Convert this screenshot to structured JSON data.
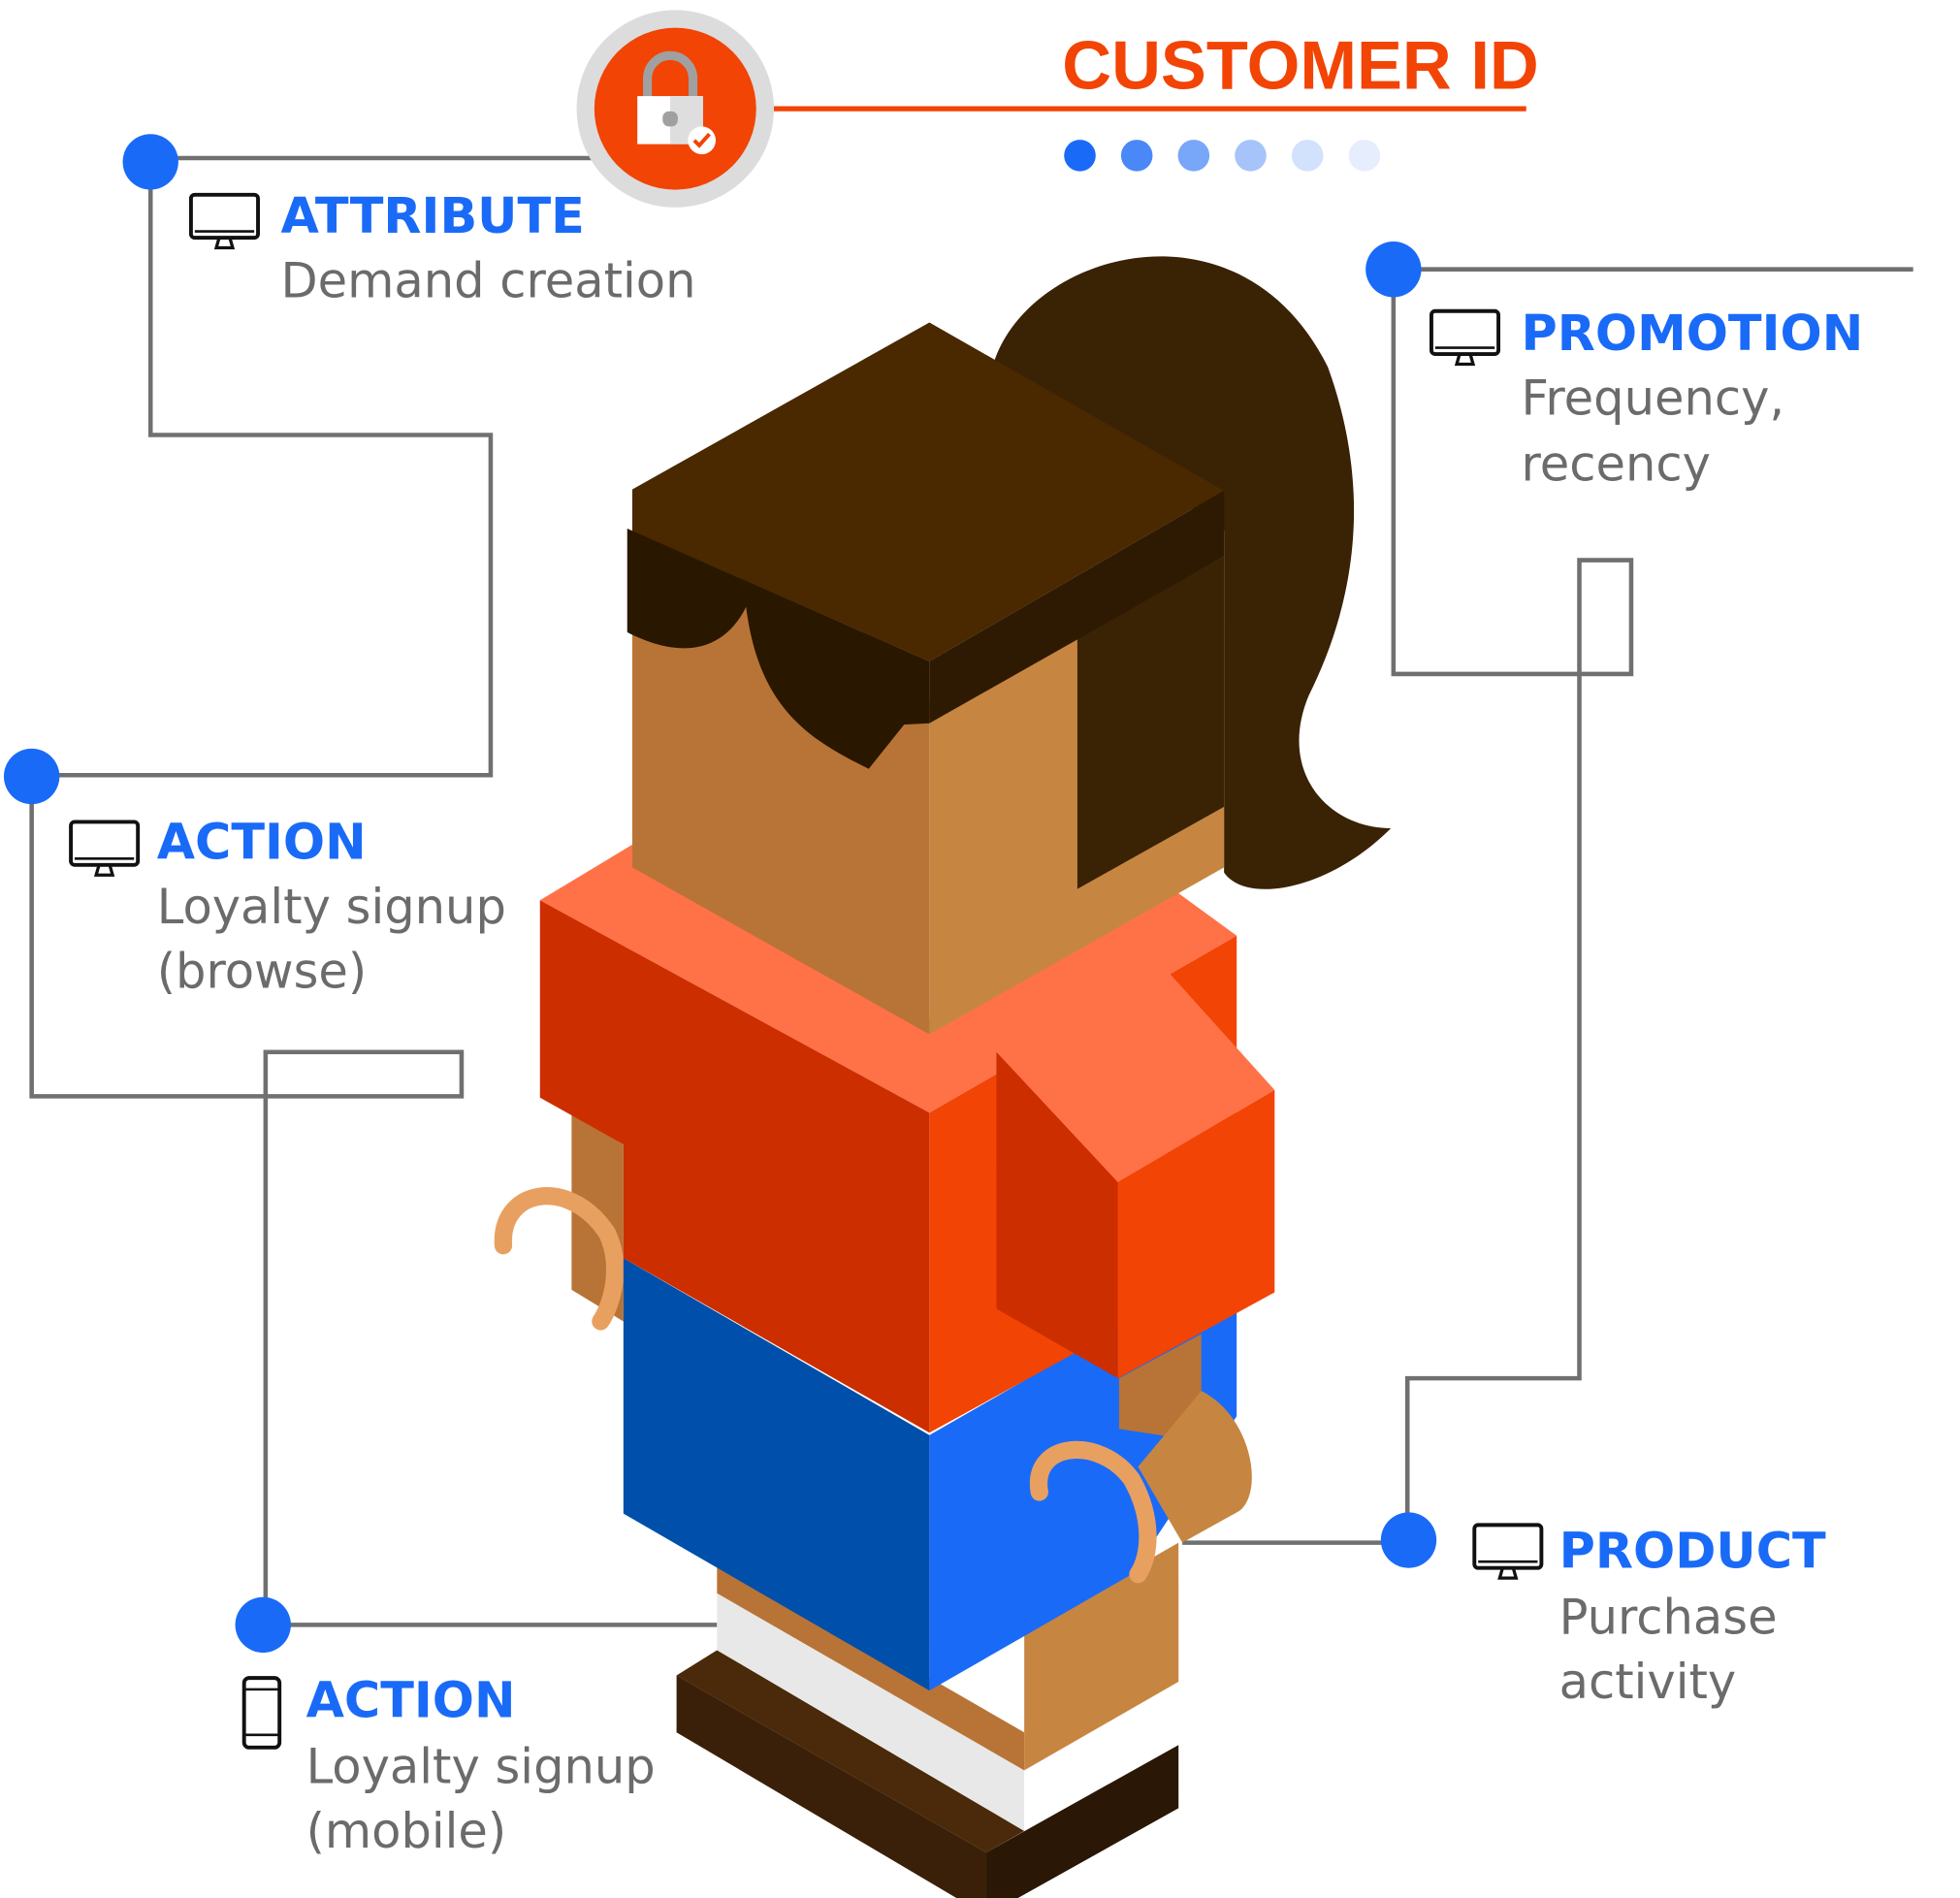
{
  "title": "CUSTOMER ID",
  "colors": {
    "accent": "#f24405",
    "blue": "#1a6af8",
    "gray_text": "#6b6b6b",
    "line": "#707070"
  },
  "progress_dots": {
    "colors": [
      "#1a6af8",
      "#4a88f8",
      "#78a6f8",
      "#a6c4fa",
      "#d2e1fc",
      "#e6eefd"
    ]
  },
  "center_icon": "lock-check-icon",
  "touchpoints": [
    {
      "label": "ATTRIBUTE",
      "lines": [
        "Demand creation"
      ],
      "icon": "monitor-icon"
    },
    {
      "label": "PROMOTION",
      "lines": [
        "Frequency,",
        "recency"
      ],
      "icon": "monitor-icon"
    },
    {
      "label": "ACTION",
      "lines": [
        "Loyalty signup",
        "(browse)"
      ],
      "icon": "monitor-icon"
    },
    {
      "label": "ACTION",
      "lines": [
        "Loyalty signup",
        "(mobile)"
      ],
      "icon": "mobile-phone-icon"
    },
    {
      "label": "PRODUCT",
      "lines": [
        "Purchase",
        "activity"
      ],
      "icon": "monitor-icon"
    }
  ]
}
